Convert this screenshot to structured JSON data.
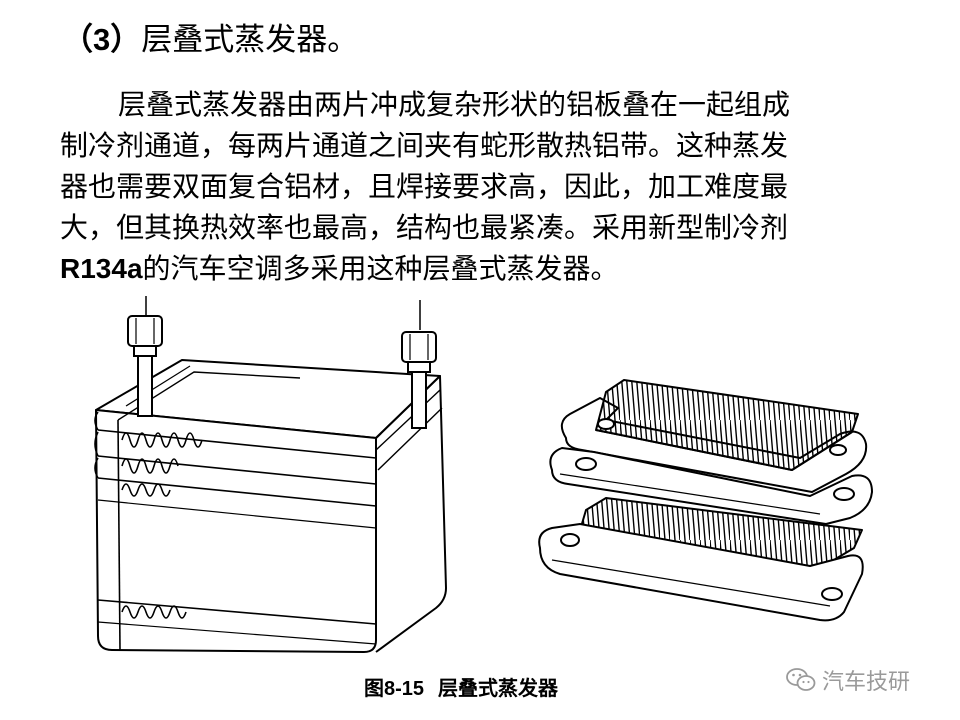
{
  "heading": {
    "number": "（3）",
    "title": "层叠式蒸发器。"
  },
  "body": {
    "line1": "层叠式蒸发器由两片冲成复杂形状的铝板叠在一起组成",
    "line2": "制冷剂通道，每两片通道之间夹有蛇形散热铝带。这种蒸发",
    "line3": "器也需要双面复合铝材，且焊接要求高，因此，加工难度最",
    "line4": "大，但其换热效率也最高，结构也最紧凑。采用新型制冷剂",
    "line5_bold": "R134a",
    "line5_rest": "的汽车空调多采用这种层叠式蒸发器。"
  },
  "figure": {
    "caption_number": "图8-15",
    "caption_title": "层叠式蒸发器"
  },
  "watermark": {
    "icon": "wechat-icon",
    "text": "汽车技研"
  }
}
